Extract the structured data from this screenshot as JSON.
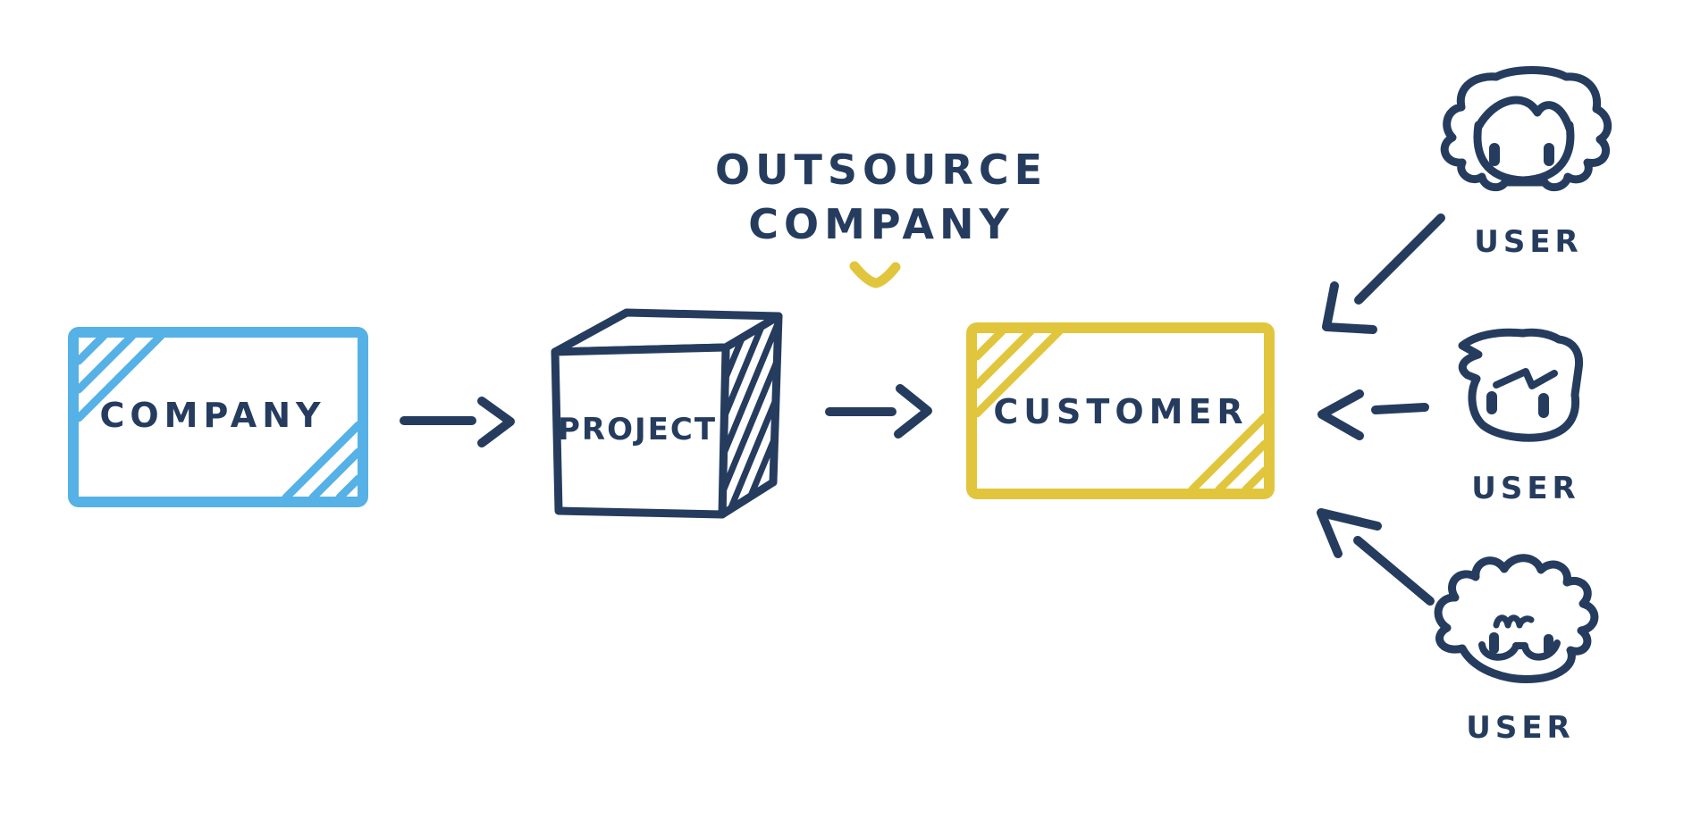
{
  "colors": {
    "navy": "#253c5e",
    "blue": "#55b1e6",
    "yellow": "#e1c63d",
    "background": "#ffffff"
  },
  "nodes": {
    "company": {
      "label": "COMPANY"
    },
    "project": {
      "label": "PROJECT"
    },
    "outsource": {
      "line1": "OUTSOURCE",
      "line2": "COMPANY"
    },
    "customer": {
      "label": "CUSTOMER"
    }
  },
  "users": [
    {
      "label": "USER"
    },
    {
      "label": "USER"
    },
    {
      "label": "USER"
    }
  ]
}
